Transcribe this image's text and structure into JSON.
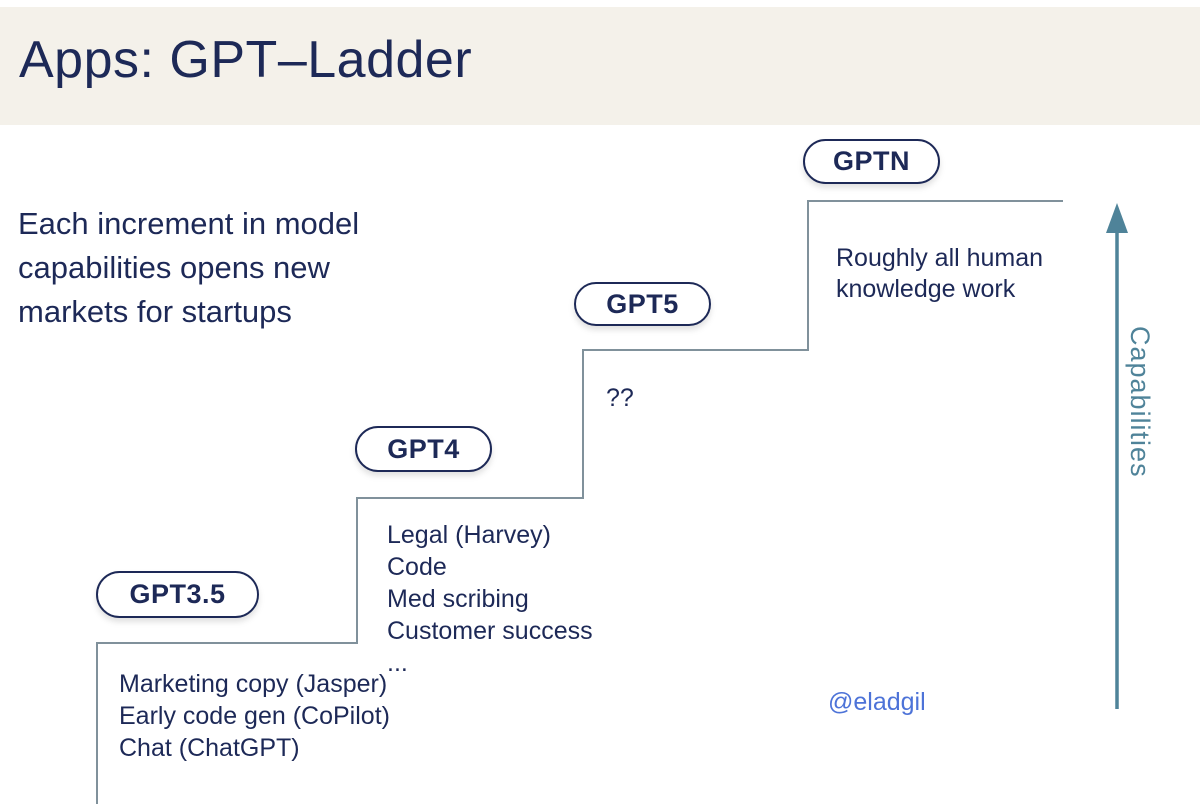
{
  "header": {
    "title": "Apps: GPT–Ladder"
  },
  "intro": {
    "text": "Each increment in model\ncapabilities opens new\nmarkets for startups"
  },
  "ladder": {
    "steps": [
      {
        "label": "GPT3.5",
        "items": [
          "Marketing copy (Jasper)",
          "Early code gen (CoPilot)",
          "Chat (ChatGPT)"
        ]
      },
      {
        "label": "GPT4",
        "items": [
          "Legal (Harvey)",
          "Code",
          "Med scribing",
          "Customer success",
          "..."
        ]
      },
      {
        "label": "GPT5",
        "note": "??"
      },
      {
        "label": "GPTN",
        "note": "Roughly all human\nknowledge work"
      }
    ]
  },
  "axis": {
    "label": "Capabilities"
  },
  "attribution": {
    "handle": "@eladgil"
  },
  "colors": {
    "header_band": "#f4f1ea",
    "navy": "#1d2957",
    "step_line": "#80919b",
    "accent_teal": "#4f8399",
    "attribution_blue": "#4d73d8"
  }
}
